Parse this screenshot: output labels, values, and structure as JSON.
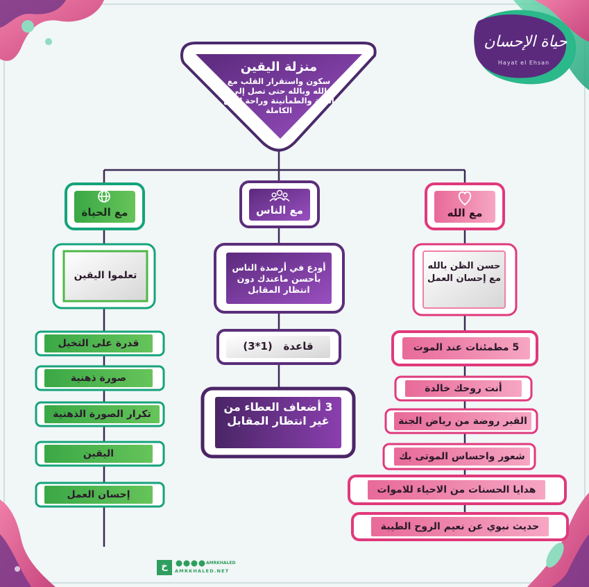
{
  "logo": {
    "script_text": "حياة الإحسان",
    "latin_text": "Hayat el Ehsan"
  },
  "root": {
    "title": "منزلة اليقين",
    "description": "سكون واستقرار القلب مع الله وبالله حتى تصل إلى الثقة والطمأنينة وراحة البال الكاملة"
  },
  "branches": {
    "life": {
      "label": "مع الحياة",
      "icon": "globe-icon",
      "header": "تعلموا اليقين",
      "items": [
        "قدرة على التخيل",
        "صورة ذهنية",
        "تكرار الصورة الذهنية",
        "اليقين",
        "إحسان العمل"
      ]
    },
    "people": {
      "label": "مع الناس",
      "icon": "people-icon",
      "header": "أودع في أرصدة الناس بأحسن ماعندك دون انتظار المقابل",
      "rule": "قاعدة   (1*3)",
      "result": "3 أضعاف العطاء من غير انتظار المقابل"
    },
    "god": {
      "label": "مع الله",
      "icon": "heart-icon",
      "header": "حسن الظن بالله مع إحسان العمل",
      "items": [
        "5 مطمئنات عند الموت",
        "أنت روحك خالدة",
        "القبر روضة من رياض الجنة",
        "شعور واحساس الموتى بك",
        "هدايا الحسنات من الاحياء للاموات",
        "حديث نبوي عن نعيم الروح الطيبة"
      ]
    }
  },
  "footer": {
    "handle": "AMRKHALED",
    "site": "AMRKHALED.NET",
    "logo_glyph": "خ"
  },
  "colors": {
    "green_border": "#15a37a",
    "green_fill": "#4db848",
    "purple_border": "#5a2e7a",
    "purple_fill": "#7c3a9a",
    "pink_border": "#e0397c",
    "pink_fill": "#f07fa8"
  }
}
